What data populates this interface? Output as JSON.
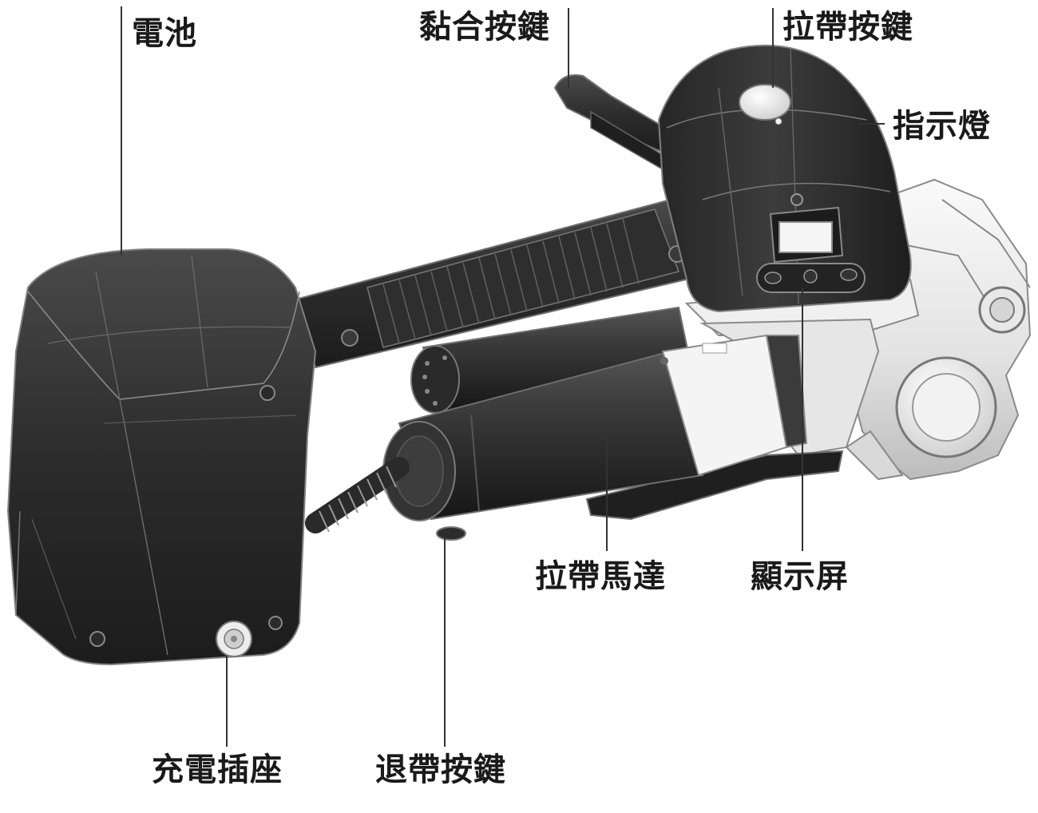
{
  "labels": {
    "battery": "電池",
    "seal_button": "黏合按鍵",
    "tension_button": "拉帶按鍵",
    "indicator_light": "指示燈",
    "tension_motor": "拉帶馬達",
    "display_screen": "顯示屏",
    "charging_socket": "充電插座",
    "release_button": "退帶按鍵"
  },
  "colors": {
    "body_dark": "#2b2b2b",
    "body_mid": "#3a3a3a",
    "edge_line": "#8a8a8a",
    "metal_light": "#ececec",
    "metal_shadow": "#bdbdbd",
    "leader_line": "#333333",
    "label_text": "#1a1a1a"
  }
}
